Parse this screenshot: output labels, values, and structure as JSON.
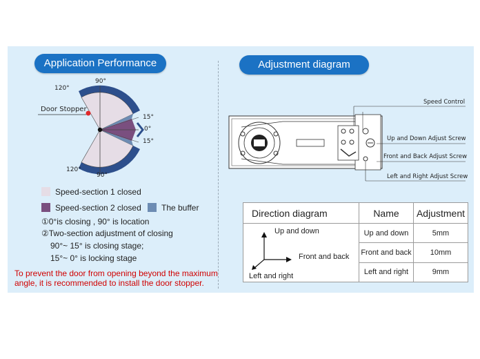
{
  "left": {
    "title": "Application Performance",
    "angles": {
      "top": "90°",
      "top_left": "120°",
      "r15_top": "15°",
      "r0": "0°",
      "r15_bottom": "15°",
      "bottom_left": "120°",
      "bottom": "90°"
    },
    "door_stopper_label": "Door Stopper",
    "legend": {
      "speed1": "Speed-section 1 closed",
      "speed2": "Speed-section 2 closed",
      "buffer": "The buffer"
    },
    "notes": [
      "①0°is closing , 90° is location",
      "②Two-section adjustment of closing",
      "90°~ 15° is closing stage;",
      "15°~ 0° is locking stage"
    ],
    "warning": "To prevent the door from opening beyond the maximum angle, it is recommended to install the door stopper.",
    "colors": {
      "speed1": "#e6dde6",
      "speed2": "#7a4f7f",
      "buffer": "#6d8cb3",
      "arc": "#2d4f8c",
      "stopper": "#e0282a"
    }
  },
  "right": {
    "title": "Adjustment diagram",
    "callouts": {
      "speed_control": "Speed Control",
      "up_down": "Up and Down Adjust Screw",
      "front_back": "Front and Back Adjust Screw",
      "left_right": "Left and Right Adjust Screw"
    },
    "table": {
      "headers": [
        "Direction diagram",
        "Name",
        "Adjustment"
      ],
      "diagram_labels": {
        "up": "Up and down",
        "front": "Front and back",
        "left": "Left and right"
      },
      "rows": [
        {
          "name": "Up and down",
          "adjustment": "5mm"
        },
        {
          "name": "Front and back",
          "adjustment": "10mm"
        },
        {
          "name": "Left and right",
          "adjustment": "9mm"
        }
      ]
    }
  }
}
